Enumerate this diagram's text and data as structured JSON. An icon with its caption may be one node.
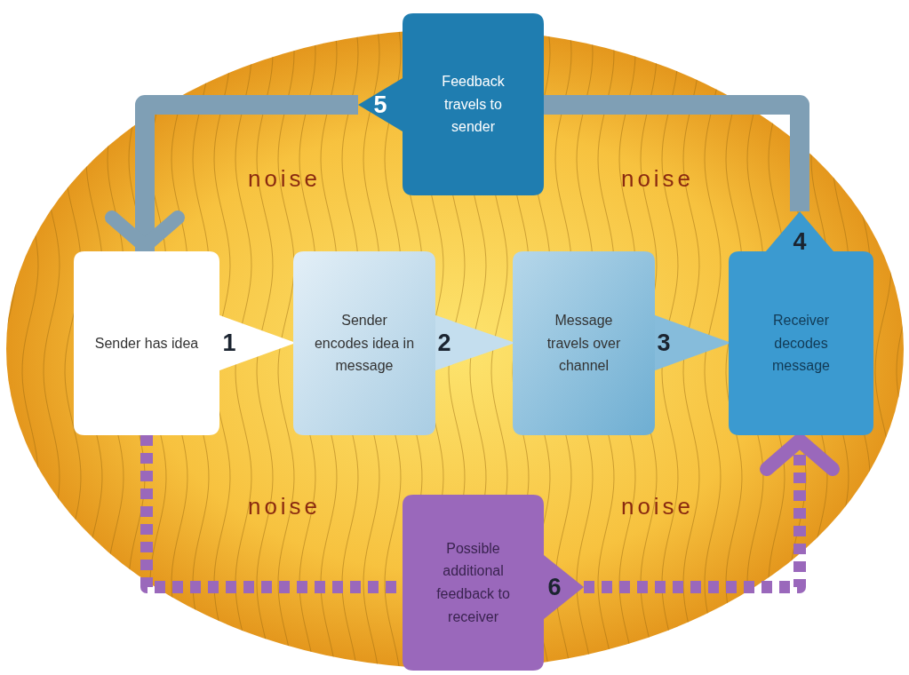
{
  "diagram": {
    "nodes": [
      {
        "text": [
          "Sender has idea"
        ],
        "beside": [
          "1"
        ]
      },
      {
        "text": [
          "Sender encodes idea in message"
        ],
        "beside": [
          "2"
        ]
      },
      {
        "text": [
          "Message travels over channel"
        ],
        "beside": [
          "3"
        ]
      },
      {
        "text": [
          "4",
          "Receiver decodes message"
        ]
      },
      {
        "text": [
          "5",
          "Feedback travels to sender"
        ]
      },
      {
        "text": [
          "Possible additional feedback to receiver",
          "6"
        ]
      }
    ],
    "edges": [
      {
        "from": 0,
        "to": 1,
        "arrow": "to"
      },
      {
        "from": 1,
        "to": 2,
        "arrow": "to"
      },
      {
        "from": 2,
        "to": 3,
        "arrow": "to"
      },
      {
        "from": 3,
        "to": 4,
        "arrow": "none",
        "color": "#7f9fb5"
      },
      {
        "from": 4,
        "to": 0,
        "arrow": "to",
        "color": "#7f9fb5"
      },
      {
        "from": 0,
        "to": 5,
        "arrow": "none",
        "style": "dashed",
        "color": "#9a68bb"
      },
      {
        "from": 5,
        "to": 3,
        "arrow": "to",
        "style": "dashed",
        "color": "#9a68bb"
      }
    ],
    "labels": [
      "noise",
      "noise",
      "noise",
      "noise"
    ]
  }
}
